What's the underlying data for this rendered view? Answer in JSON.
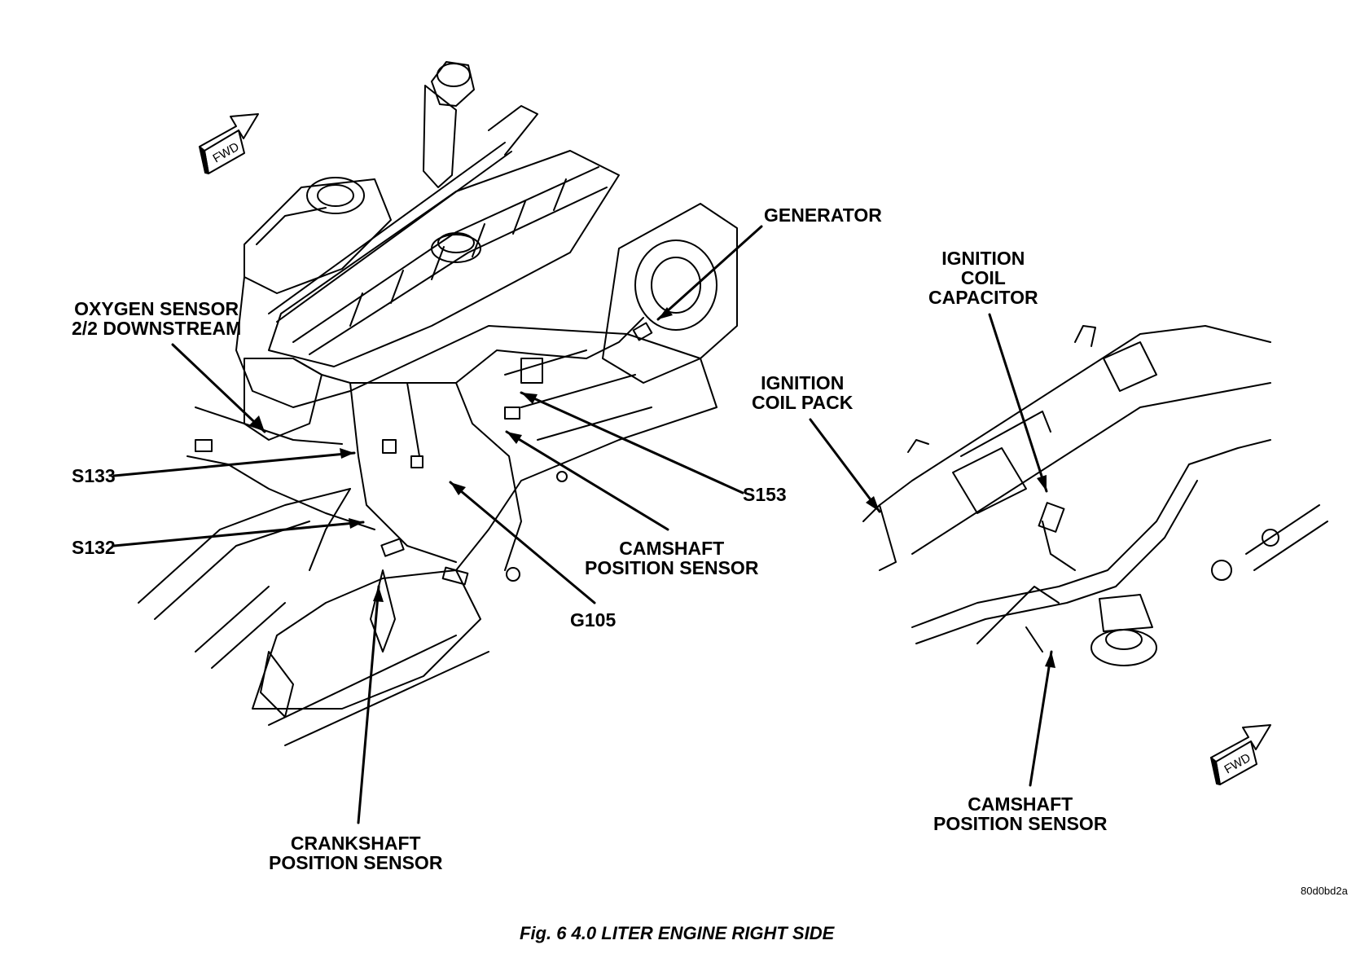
{
  "labels": {
    "oxygen_sensor": [
      "OXYGEN SENSOR",
      "2/2 DOWNSTREAM"
    ],
    "s133": "S133",
    "s132": "S132",
    "crankshaft_sensor": [
      "CRANKSHAFT",
      "POSITION SENSOR"
    ],
    "generator": "GENERATOR",
    "s153": "S153",
    "camshaft_sensor_main": [
      "CAMSHAFT",
      "POSITION SENSOR"
    ],
    "g105": "G105",
    "ignition_coil_capacitor": [
      "IGNITION",
      "COIL",
      "CAPACITOR"
    ],
    "ignition_coil_pack": [
      "IGNITION",
      "COIL PACK"
    ],
    "camshaft_sensor_detail": [
      "CAMSHAFT",
      "POSITION SENSOR"
    ]
  },
  "fwd_arrows": {
    "text": "FWD"
  },
  "reference_code": "80d0bd2a",
  "caption": "Fig. 6 4.0 LITER ENGINE RIGHT SIDE"
}
